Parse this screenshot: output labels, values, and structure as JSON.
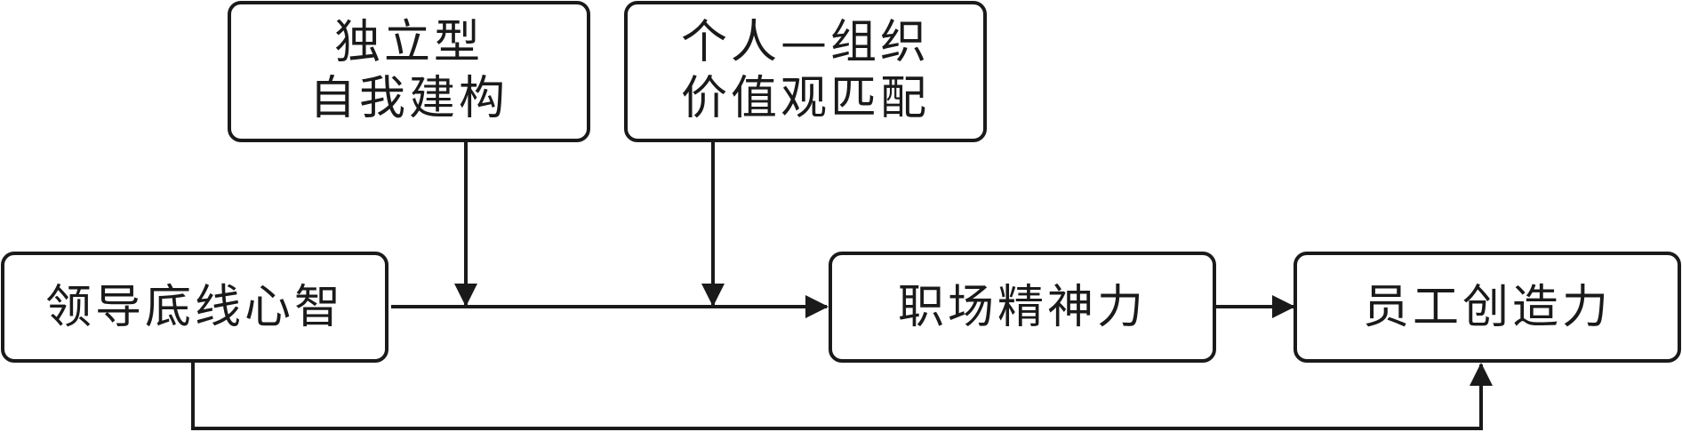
{
  "nodes": {
    "independent_self": {
      "line1": "独立型",
      "line2": "自我建构"
    },
    "value_fit": {
      "line1": "个人—组织",
      "line2": "价值观匹配"
    },
    "leader_mind": {
      "label": "领导底线心智"
    },
    "spirituality": {
      "label": "职场精神力"
    },
    "creativity": {
      "label": "员工创造力"
    }
  },
  "colors": {
    "stroke": "#1a1a1a",
    "background": "#ffffff"
  }
}
